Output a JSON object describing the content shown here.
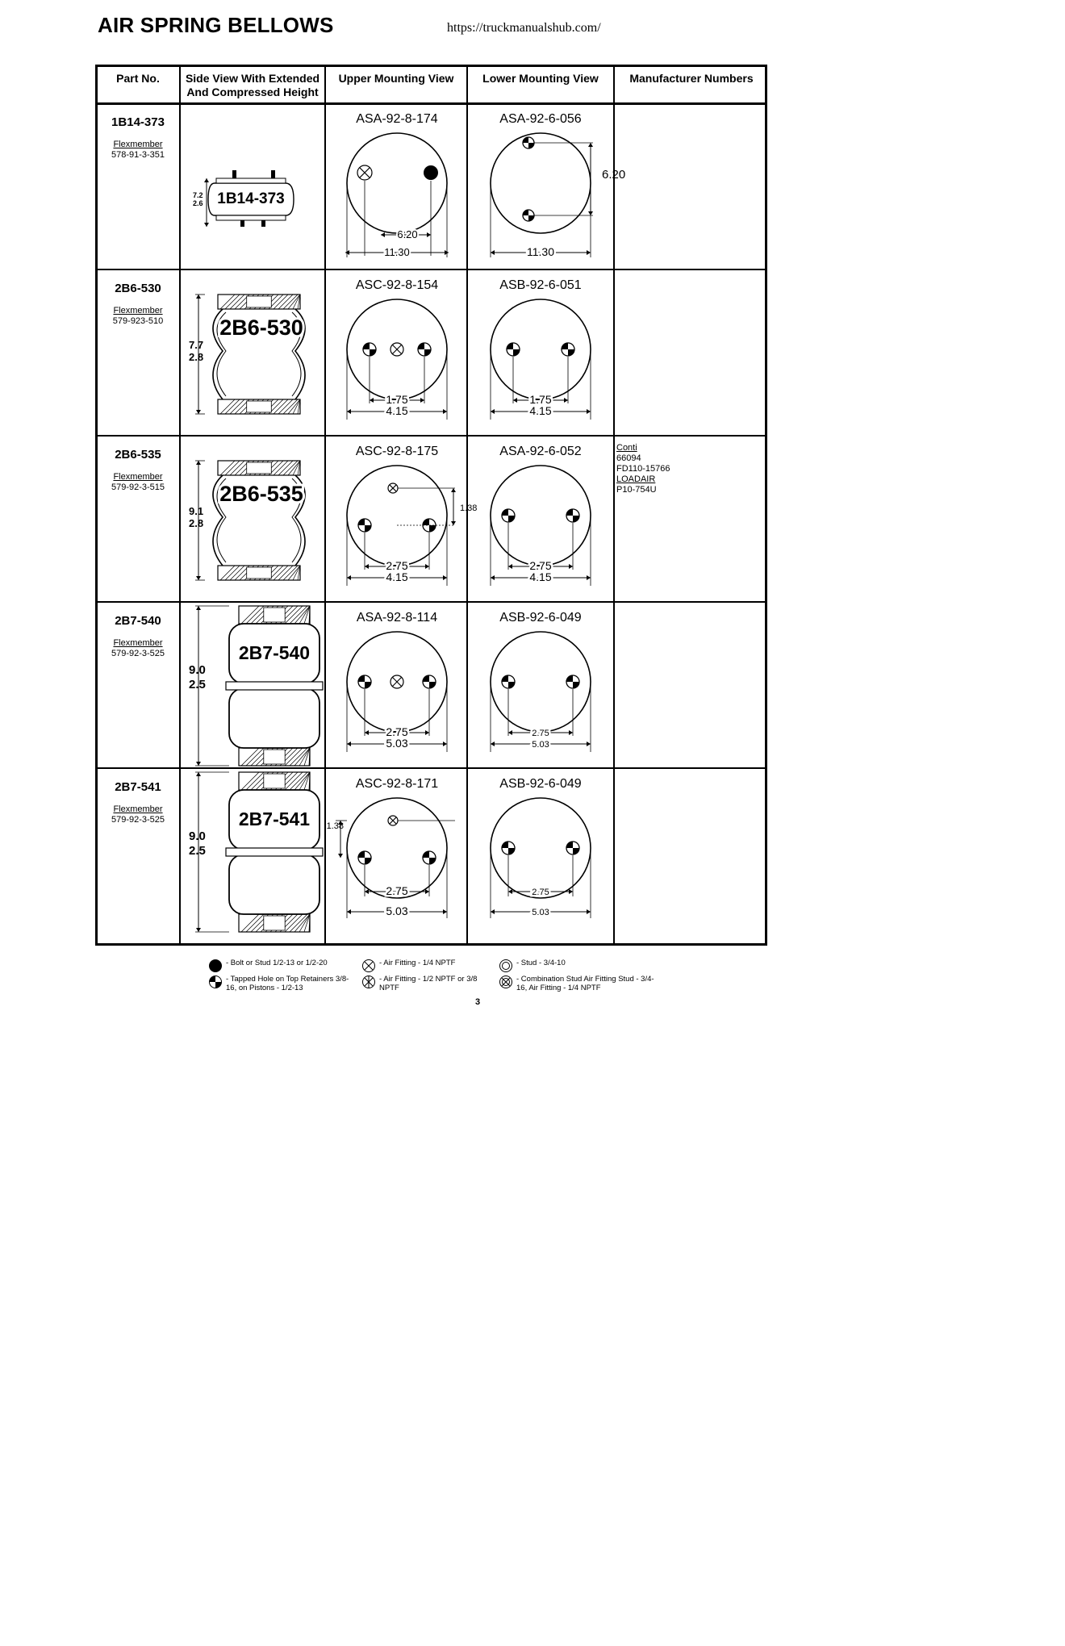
{
  "title": "AIR SPRING BELLOWS",
  "url": "https://truckmanualshub.com/",
  "columns": [
    "Part No.",
    "Side View With Extended And Compressed Height",
    "Upper Mounting View",
    "Lower Mounting View",
    "Manufacturer Numbers"
  ],
  "rows": [
    {
      "part": "1B14-373",
      "maker": "Flexmember",
      "maker_no": "578-91-3-351",
      "side_label": "1B14-373",
      "h_ext": "7.2",
      "h_comp": "2.6",
      "upper": {
        "code": "ASA-92-8-174",
        "d1": "6.20",
        "d2": "11.30"
      },
      "lower": {
        "code": "ASA-92-6-056",
        "d1": "6.20",
        "d2": "11.30"
      },
      "mfr": []
    },
    {
      "part": "2B6-530",
      "maker": "Flexmember",
      "maker_no": "579-923-510",
      "side_label": "2B6-530",
      "h_ext": "7.7",
      "h_comp": "2.8",
      "upper": {
        "code": "ASC-92-8-154",
        "d1": "1.75",
        "d2": "4.15"
      },
      "lower": {
        "code": "ASB-92-6-051",
        "d1": "1.75",
        "d2": "4.15"
      },
      "mfr": []
    },
    {
      "part": "2B6-535",
      "maker": "Flexmember",
      "maker_no": "579-92-3-515",
      "side_label": "2B6-535",
      "h_ext": "9.1",
      "h_comp": "2.8",
      "upper": {
        "code": "ASC-92-8-175",
        "d1": "2.75",
        "d2": "4.15",
        "side": "1.38"
      },
      "lower": {
        "code": "ASA-92-6-052",
        "d1": "2.75",
        "d2": "4.15"
      },
      "mfr": [
        {
          "t": "Conti",
          "u": true
        },
        {
          "t": "66094",
          "u": false
        },
        {
          "t": "FD110-15766",
          "u": false
        },
        {
          "t": "LOADAIR",
          "u": true
        },
        {
          "t": "P10-754U",
          "u": false
        }
      ]
    },
    {
      "part": "2B7-540",
      "maker": "Flexmember",
      "maker_no": "579-92-3-525",
      "side_label": "2B7-540",
      "h_ext": "9.0",
      "h_comp": "2.5",
      "upper": {
        "code": "ASA-92-8-114",
        "d1": "2.75",
        "d2": "5.03"
      },
      "lower": {
        "code": "ASB-92-6-049",
        "d1": "2.75",
        "d2": "5.03"
      },
      "mfr": []
    },
    {
      "part": "2B7-541",
      "maker": "Flexmember",
      "maker_no": "579-92-3-525",
      "side_label": "2B7-541",
      "h_ext": "9.0",
      "h_comp": "2.5",
      "upper": {
        "code": "ASC-92-8-171",
        "d1": "2.75",
        "d2": "5.03",
        "side": "1.38"
      },
      "lower": {
        "code": "ASB-92-6-049",
        "d1": "2.75",
        "d2": "5.03"
      },
      "mfr": []
    }
  ],
  "legend": [
    {
      "icon": "bolt-icon",
      "text": "- Bolt or Stud 1/2-13 or 1/2-20"
    },
    {
      "icon": "tapped-hole-icon",
      "text": "- Tapped Hole on Top Retainers 3/8-16, on Pistons - 1/2-13"
    },
    {
      "icon": "air-fitting-icon",
      "text": "- Air Fitting - 1/4 NPTF"
    },
    {
      "icon": "air-fitting-large-icon",
      "text": "- Air Fitting - 1/2 NPTF or 3/8 NPTF"
    },
    {
      "icon": "stud-icon",
      "text": "- Stud - 3/4-10"
    },
    {
      "icon": "combination-stud-icon",
      "text": "- Combination Stud Air Fitting Stud - 3/4-16, Air Fitting - 1/4 NPTF"
    }
  ],
  "page_number": "3"
}
